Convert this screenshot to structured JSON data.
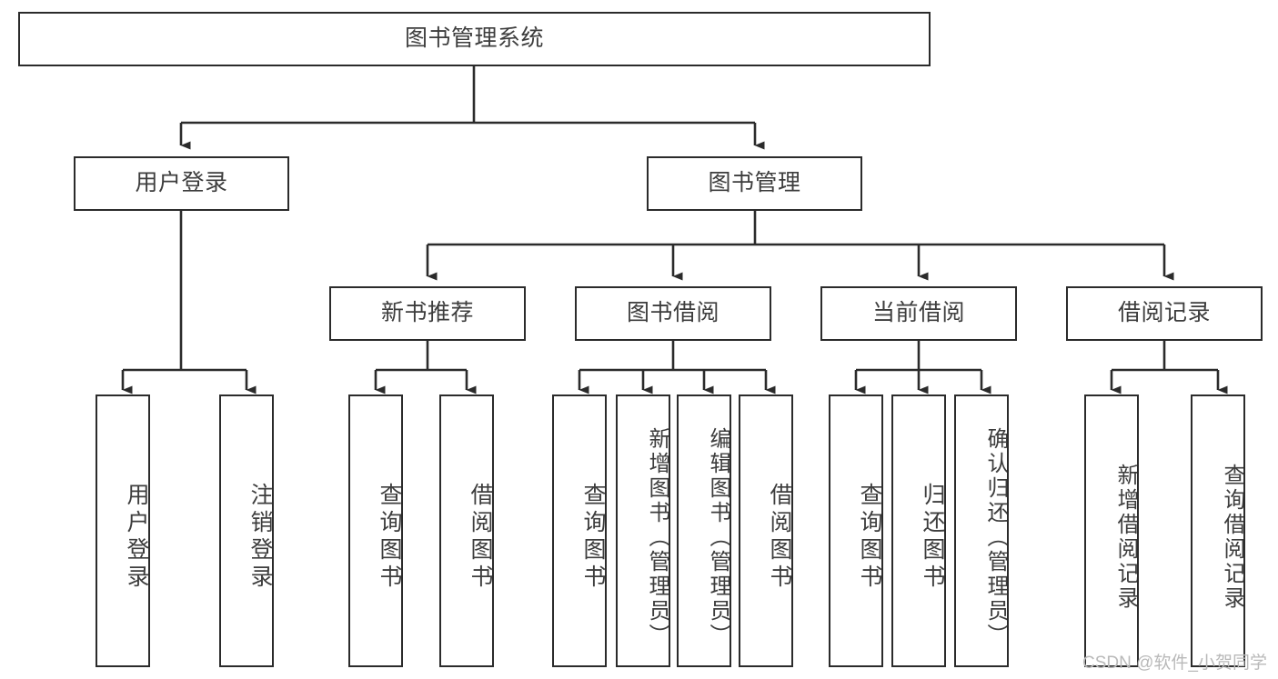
{
  "diagram": {
    "title": "图书管理系统",
    "watermark": "CSDN @软件_小贺同学",
    "line_color": "#2b2b2b",
    "box_border_color": "#2b2b2b",
    "box_fill_color": "#ffffff",
    "text_color": "#3d3d3d",
    "watermark_color": "#b9b9b9",
    "levels": {
      "level1": [
        {
          "id": "root",
          "label": "图书管理系统"
        }
      ],
      "level2": [
        {
          "id": "user-login",
          "label": "用户登录"
        },
        {
          "id": "book-manage",
          "label": "图书管理"
        }
      ],
      "level3": [
        {
          "id": "new-book-recommend",
          "label": "新书推荐"
        },
        {
          "id": "book-borrow",
          "label": "图书借阅"
        },
        {
          "id": "current-borrow",
          "label": "当前借阅"
        },
        {
          "id": "borrow-record",
          "label": "借阅记录"
        }
      ],
      "level4": [
        {
          "id": "leaf-user-login",
          "label": "用户登录",
          "parent": "user-login"
        },
        {
          "id": "leaf-logout",
          "label": "注销登录",
          "parent": "user-login"
        },
        {
          "id": "leaf-query-book-1",
          "label": "查询图书",
          "parent": "new-book-recommend"
        },
        {
          "id": "leaf-borrow-book-1",
          "label": "借阅图书",
          "parent": "new-book-recommend"
        },
        {
          "id": "leaf-query-book-2",
          "label": "查询图书",
          "parent": "book-borrow"
        },
        {
          "id": "leaf-add-book",
          "label": "新增图书（管理员）",
          "parent": "book-borrow"
        },
        {
          "id": "leaf-edit-book",
          "label": "编辑图书（管理员）",
          "parent": "book-borrow"
        },
        {
          "id": "leaf-borrow-book-2",
          "label": "借阅图书",
          "parent": "book-borrow"
        },
        {
          "id": "leaf-query-book-3",
          "label": "查询图书",
          "parent": "current-borrow"
        },
        {
          "id": "leaf-return-book",
          "label": "归还图书",
          "parent": "current-borrow"
        },
        {
          "id": "leaf-confirm-return",
          "label": "确认归还（管理员）",
          "parent": "current-borrow"
        },
        {
          "id": "leaf-add-record",
          "label": "新增借阅记录",
          "parent": "borrow-record"
        },
        {
          "id": "leaf-query-record",
          "label": "查询借阅记录",
          "parent": "borrow-record"
        }
      ]
    }
  }
}
